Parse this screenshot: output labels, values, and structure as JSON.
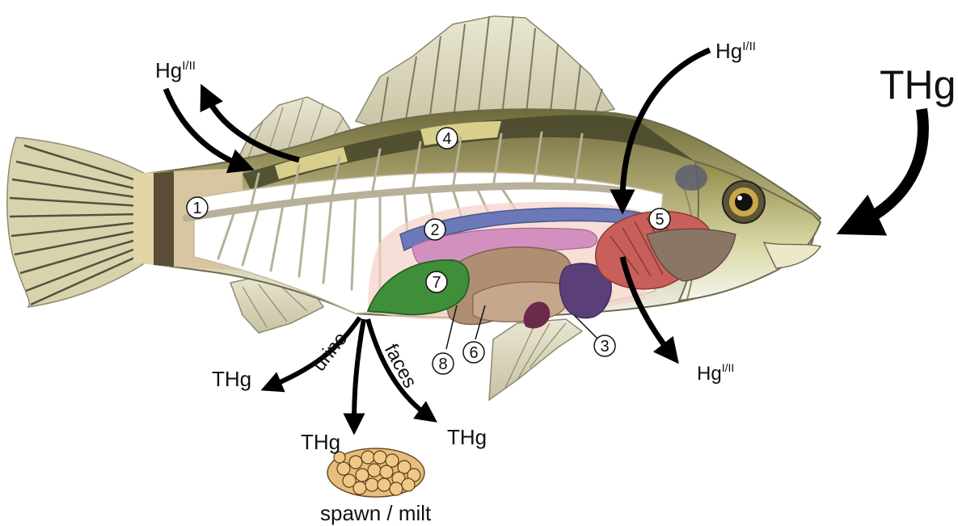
{
  "labels": {
    "hg_top_left": {
      "base": "Hg",
      "sup": "I/II"
    },
    "hg_top_right": {
      "base": "Hg",
      "sup": "I/II"
    },
    "hg_gill_out": {
      "base": "Hg",
      "sup": "I/II"
    },
    "thg_big": "THg",
    "thg_urine": "THg",
    "thg_spawn": "THg",
    "thg_faeces": "THg",
    "urine": "urine",
    "faces": "faces",
    "spawn": "spawn / milt"
  },
  "markers": [
    "1",
    "2",
    "3",
    "4",
    "5",
    "6",
    "7",
    "8"
  ]
}
